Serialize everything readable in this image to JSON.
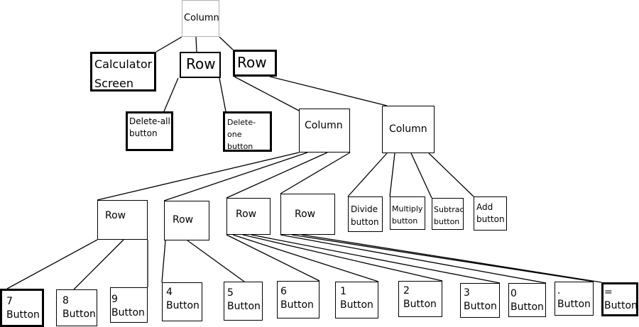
{
  "colors": {
    "line": "#000000",
    "root_border": "#b0b0b0",
    "background": "#ffffff"
  },
  "nodes": [
    {
      "id": "root-column",
      "label": "Column"
    },
    {
      "id": "calculator-screen",
      "label": "Calculator\nScreen"
    },
    {
      "id": "row-delete",
      "label": "Row"
    },
    {
      "id": "row-main",
      "label": "Row"
    },
    {
      "id": "delete-all-button",
      "label": "Delete-all\nbutton"
    },
    {
      "id": "delete-one-button",
      "label": "Delete-one\nbutton"
    },
    {
      "id": "column-digits",
      "label": "Column"
    },
    {
      "id": "column-operators",
      "label": "Column"
    },
    {
      "id": "row-789",
      "label": "Row"
    },
    {
      "id": "row-456",
      "label": "Row"
    },
    {
      "id": "row-123",
      "label": "Row"
    },
    {
      "id": "row-0-dot-eq",
      "label": "Row"
    },
    {
      "id": "divide-button",
      "label": "Divide\nbutton"
    },
    {
      "id": "multiply-button",
      "label": "Multiply\nbutton"
    },
    {
      "id": "subtract-button",
      "label": "Subtract\nbutton"
    },
    {
      "id": "add-button",
      "label": "Add\nbutton"
    },
    {
      "id": "button-7",
      "label": "7\nButton"
    },
    {
      "id": "button-8",
      "label": "8\nButton"
    },
    {
      "id": "button-9",
      "label": "9\nButton"
    },
    {
      "id": "button-4",
      "label": "4\nButton"
    },
    {
      "id": "button-5",
      "label": "5\nButton"
    },
    {
      "id": "button-6",
      "label": "6\nButton"
    },
    {
      "id": "button-1",
      "label": "1\nButton"
    },
    {
      "id": "button-2",
      "label": "2\nButton"
    },
    {
      "id": "button-3",
      "label": "3\nButton"
    },
    {
      "id": "button-0",
      "label": "0\nButton"
    },
    {
      "id": "button-dot",
      "label": ".\nButton"
    },
    {
      "id": "button-equals",
      "label": "=\nButton"
    }
  ],
  "edges": [
    [
      "root-column",
      "calculator-screen"
    ],
    [
      "root-column",
      "row-delete"
    ],
    [
      "root-column",
      "row-main"
    ],
    [
      "row-delete",
      "delete-all-button"
    ],
    [
      "row-delete",
      "delete-one-button"
    ],
    [
      "row-main",
      "column-digits"
    ],
    [
      "row-main",
      "column-operators"
    ],
    [
      "column-digits",
      "row-789"
    ],
    [
      "column-digits",
      "row-456"
    ],
    [
      "column-digits",
      "row-123"
    ],
    [
      "column-digits",
      "row-0-dot-eq"
    ],
    [
      "column-operators",
      "divide-button"
    ],
    [
      "column-operators",
      "multiply-button"
    ],
    [
      "column-operators",
      "subtract-button"
    ],
    [
      "column-operators",
      "add-button"
    ],
    [
      "row-789",
      "button-7"
    ],
    [
      "row-789",
      "button-8"
    ],
    [
      "row-789",
      "button-9"
    ],
    [
      "row-456",
      "button-4"
    ],
    [
      "row-456",
      "button-5"
    ],
    [
      "row-123",
      "button-6"
    ],
    [
      "row-123",
      "button-1"
    ],
    [
      "row-123",
      "button-2"
    ],
    [
      "row-123",
      "button-3"
    ],
    [
      "row-0-dot-eq",
      "button-0"
    ],
    [
      "row-0-dot-eq",
      "button-dot"
    ],
    [
      "row-0-dot-eq",
      "button-equals"
    ]
  ]
}
